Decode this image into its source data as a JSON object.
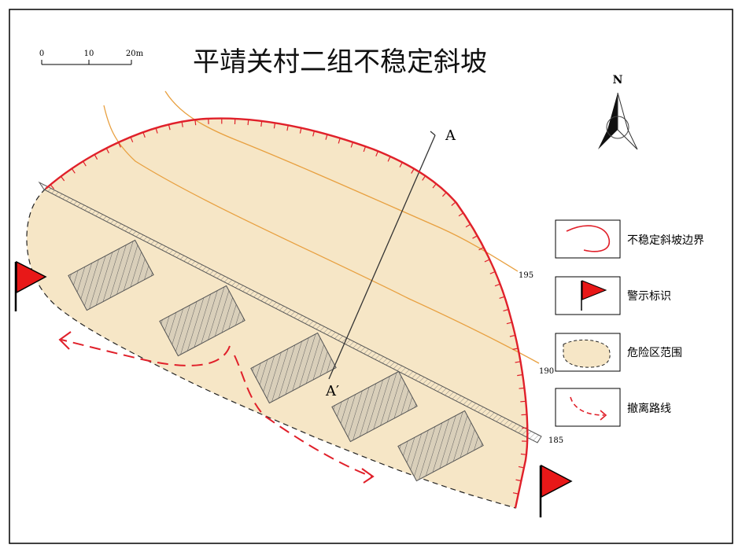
{
  "title": "平靖关村二组不稳定斜坡",
  "scale_bar": {
    "ticks": [
      "0",
      "10",
      "20m"
    ]
  },
  "north_label": "N",
  "section_labels": {
    "start": "A",
    "end": "A′"
  },
  "contour_labels": [
    "195",
    "190",
    "185"
  ],
  "legend": [
    {
      "label": "不稳定斜坡边界",
      "icon": "slope-boundary-icon"
    },
    {
      "label": "警示标识",
      "icon": "warning-flag-icon"
    },
    {
      "label": "危险区范围",
      "icon": "danger-zone-icon"
    },
    {
      "label": "撤离路线",
      "icon": "evacuation-route-icon"
    }
  ],
  "colors": {
    "danger_zone_fill": "#f6e6c6",
    "boundary_red": "#e0202a",
    "contour_orange": "#e8a040",
    "flag_red": "#e81818",
    "building_fill": "#d9cfba",
    "frame": "#000000"
  }
}
